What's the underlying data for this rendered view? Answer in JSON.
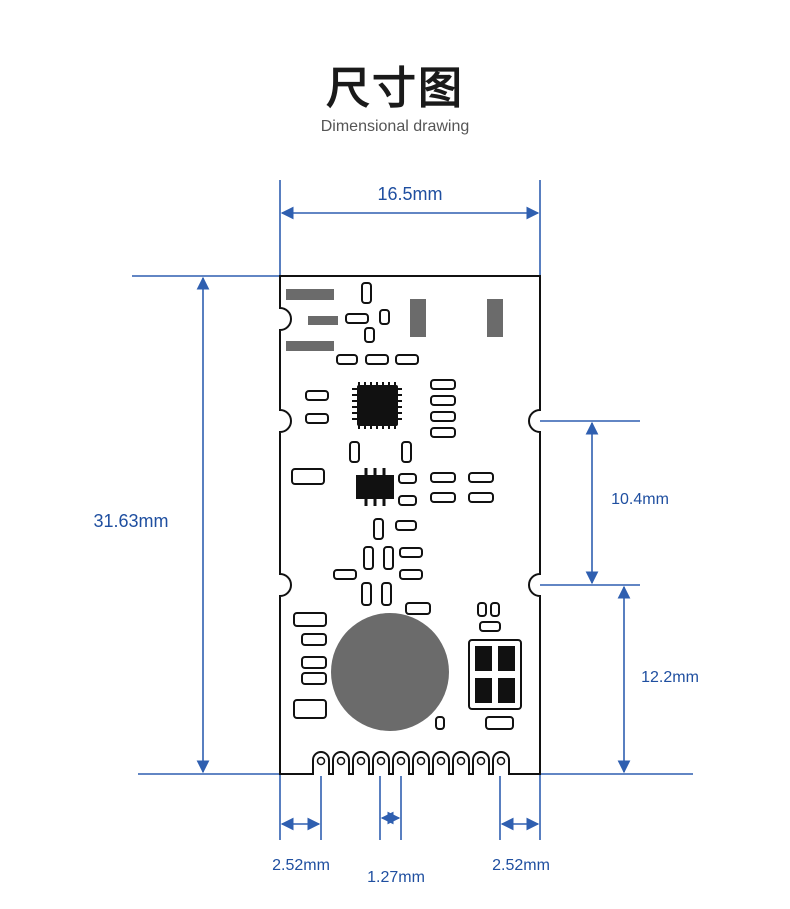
{
  "header": {
    "title": "尺寸图",
    "subtitle": "Dimensional drawing"
  },
  "dimensions": {
    "width": "16.5mm",
    "height": "31.63mm",
    "upper_notch_spacing": "10.4mm",
    "lower_notch_to_bottom": "12.2mm",
    "left_pin_offset": "2.52mm",
    "pin_pitch": "1.27mm",
    "right_pin_offset": "2.52mm"
  },
  "colors": {
    "dimension_line": "#2f5fb0",
    "board_outline": "#111111",
    "component": "#6b6b6b",
    "chip": "#111111"
  }
}
